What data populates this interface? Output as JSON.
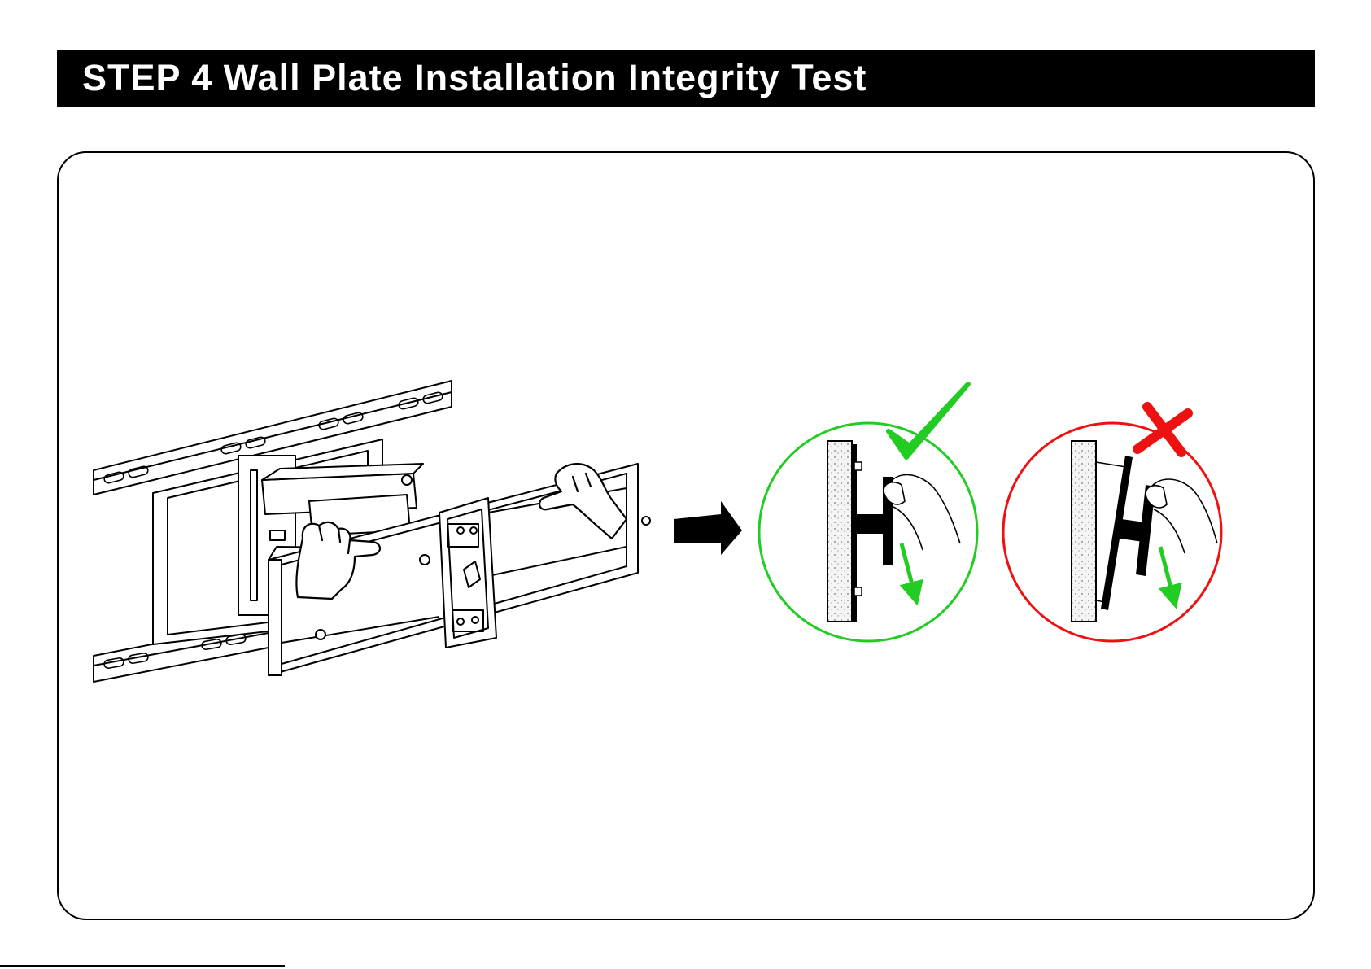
{
  "header": {
    "title": "STEP 4 Wall Plate Installation Integrity Test",
    "background": "#000000",
    "text_color": "#ffffff"
  },
  "figure": {
    "left": {
      "subject": "full-motion tv wall mount with two hands pulling on the arm assembly",
      "icons": [
        "hand-icon",
        "hand-icon"
      ]
    },
    "arrow": "arrow-right-icon",
    "checks": [
      {
        "result": "correct",
        "icon": "checkmark-icon",
        "ring_color": "#22cc22"
      },
      {
        "result": "incorrect",
        "icon": "cross-icon",
        "ring_color": "#ee1111"
      }
    ],
    "pull_arrow_color": "#22cc22"
  }
}
